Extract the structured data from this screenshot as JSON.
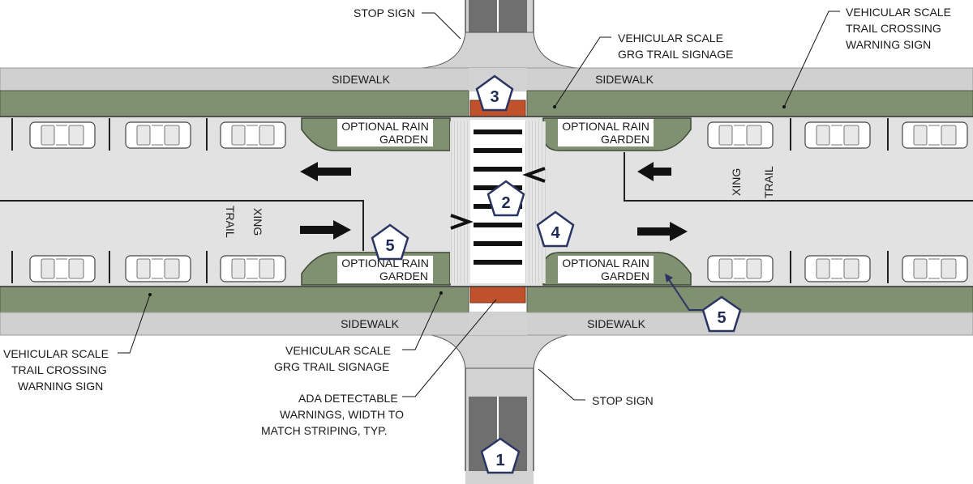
{
  "labels": {
    "stop_sign_top": "STOP SIGN",
    "stop_sign_bottom": "STOP SIGN",
    "grg_signage_top": [
      "VEHICULAR SCALE",
      "GRG TRAIL SIGNAGE"
    ],
    "grg_signage_bottom": [
      "VEHICULAR SCALE",
      "GRG TRAIL SIGNAGE"
    ],
    "trail_warning_top_right": [
      "VEHICULAR SCALE",
      "TRAIL CROSSING",
      "WARNING  SIGN"
    ],
    "trail_warning_bottom_left": [
      "VEHICULAR SCALE",
      "TRAIL CROSSING",
      "WARNING  SIGN"
    ],
    "ada_warnings": [
      "ADA DETECTABLE",
      "WARNINGS, WIDTH TO",
      "MATCH STRIPING, TYP."
    ],
    "sidewalk": "SIDEWALK",
    "rain_garden": [
      "OPTIONAL RAIN",
      "GARDEN"
    ],
    "xing": "XING",
    "trail": "TRAIL"
  },
  "markers": {
    "m1": "1",
    "m2": "2",
    "m3": "3",
    "m4": "4",
    "m5a": "5",
    "m5b": "5"
  },
  "colors": {
    "road": "#e2e2e2",
    "sidewalk": "#d0d0d0",
    "planting": "#7f9170",
    "trail": "#6e6e6e",
    "ada_pad": "#c0522b",
    "marker_fill": "#ffffff",
    "marker_stroke": "#2a3563"
  }
}
